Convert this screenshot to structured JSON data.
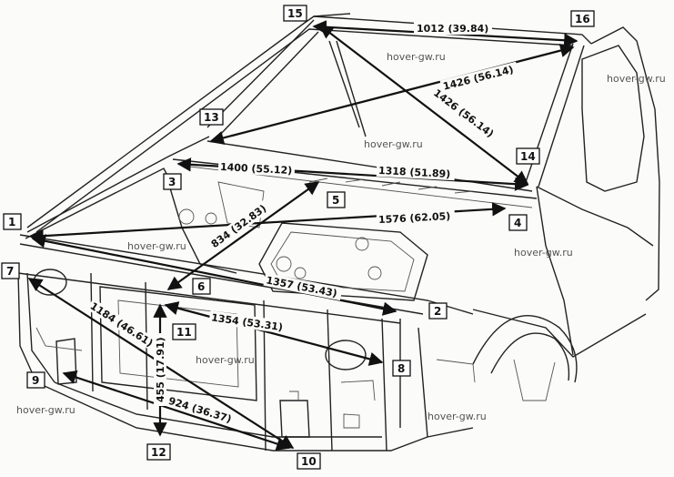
{
  "callouts": [
    "1",
    "2",
    "3",
    "4",
    "5",
    "6",
    "7",
    "8",
    "9",
    "10",
    "11",
    "12",
    "13",
    "14",
    "15",
    "16"
  ],
  "dimensions": {
    "d_1012": "1012 (39.84)",
    "d_1426a": "1426 (56.14)",
    "d_1426b": "1426 (56.14)",
    "d_1400": "1400 (55.12)",
    "d_1318": "1318 (51.89)",
    "d_1576": "1576 (62.05)",
    "d_834": "834 (32.83)",
    "d_1357": "1357 (53.43)",
    "d_1184": "1184 (46.61)",
    "d_1354": "1354 (53.31)",
    "d_455": "455 (17.91)",
    "d_924": "924 (36.37)"
  },
  "watermark": "hover-gw.ru"
}
